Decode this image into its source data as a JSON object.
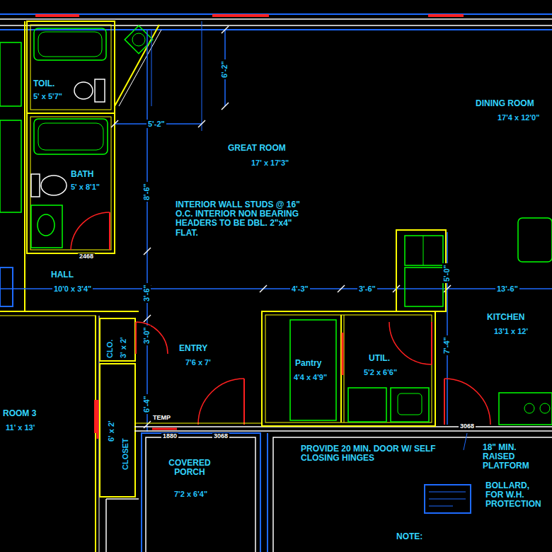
{
  "diagram": {
    "nodes": [
      {
        "text": [
          "TOIL.",
          "5' x 5'7\""
        ]
      },
      {
        "text": [
          "BATH",
          "5' x 8'1\""
        ]
      },
      {
        "text": [
          "Pantry",
          "4'4 x 4'9\""
        ]
      },
      {
        "text": [
          "UTIL.",
          "5'2 x 6'6\""
        ]
      },
      {
        "text": [
          "COVERED PORCH",
          "7'2 x 6'4\""
        ]
      },
      {
        "text": [
          "CLO.",
          "3' x 2'"
        ]
      },
      {
        "text": [
          "CLOSET",
          "6' x 2'"
        ]
      }
    ],
    "labels": [
      "GREAT ROOM",
      "17' x 17'3\"",
      "DINING ROOM",
      "17'4 x 12'0\"",
      "INTERIOR WALL STUDS @ 16\" O.C. INTERIOR NON BEARING HEADERS TO BE DBL. 2\"x4\" FLAT.",
      "HALL",
      "10'0 x 3'4\"",
      "ENTRY",
      "7'6 x 7'",
      "KITCHEN",
      "13'1 x 12'",
      "ROOM 3",
      "11' x 13'",
      "5'-2\"",
      "6'-2\"",
      "8'-6\"",
      "3'-6\"",
      "3'-0\"",
      "6'-4\"",
      "4'-3\"",
      "3'-6\"",
      "13'-6\"",
      "5'-0\"",
      "7'-4\"",
      "2468",
      "TEMP",
      "1880",
      "3068",
      "3068",
      "PROVIDE 20 MIN. DOOR W/ SELF CLOSING HINGES",
      "18\" MIN. RAISED PLATFORM",
      "BOLLARD, FOR W.H. PROTECTION",
      "NOTE:"
    ]
  }
}
